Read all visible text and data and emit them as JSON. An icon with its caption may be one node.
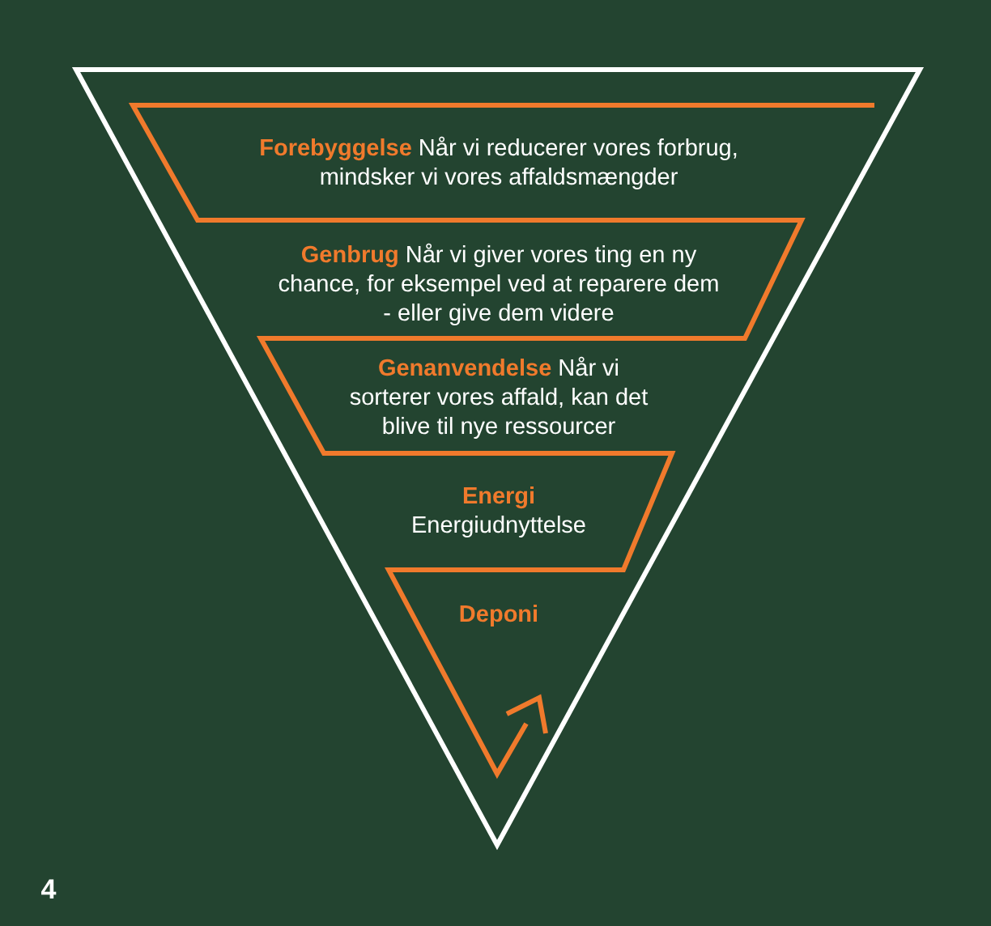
{
  "diagram": {
    "labels": [
      "**Forebyggelse** Når vi reducerer vores forbrug, mindsker vi vores affaldsmængder",
      "**Genbrug** Når vi giver vores ting en ny chance, for eksempel ved at reparere dem - eller give dem videre",
      "**Genanvendelse** Når vi sorterer vores affald, kan det blive til nye ressourcer",
      "Energi",
      "Energiudnyttelse",
      "Deponi",
      "4"
    ]
  }
}
